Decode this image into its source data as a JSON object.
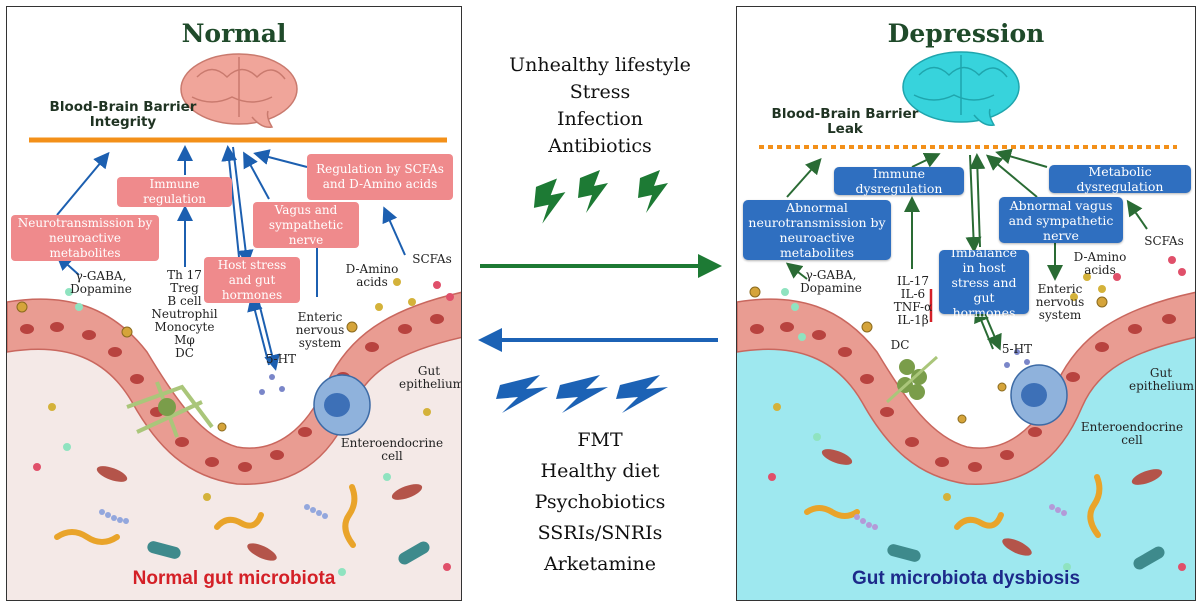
{
  "normal": {
    "title": "Normal",
    "bbb": "Blood-Brain Barrier\nIntegrity",
    "boxes": {
      "immune": "Immune regulation",
      "scfa": "Regulation by SCFAs and D-Amino acids",
      "neuro": "Neurotransmission by neuroactive metabolites",
      "vagus": "Vagus and sympathetic nerve",
      "stress": "Host stress and gut hormones"
    },
    "labels": {
      "gaba": "γ-GABA,\nDopamine",
      "immune_cells": "Th 17\nTreg\nB cell\nNeutrophil\nMonocyte\nMφ\nDC",
      "damino": "D-Amino\nacids",
      "scfas": "SCFAs",
      "enteric": "Enteric\nnervous\nsystem",
      "ht": "5-HT",
      "gut": "Gut\nepithelium",
      "entero": "Enteroendocrine\ncell"
    },
    "footer": "Normal gut microbiota",
    "colors": {
      "footer": "#d42027",
      "barrier": "#f39019",
      "box": "#ef8a8c",
      "brain": "#f0a59a",
      "tissue": "#f3eae8"
    }
  },
  "depression": {
    "title": "Depression",
    "bbb": "Blood-Brain Barrier\nLeak",
    "boxes": {
      "immune": "Immune dysregulation",
      "metabolic": "Metabolic dysregulation",
      "neuro": "Abnormal neurotransmission by neuroactive metabolites",
      "vagus": "Abnormal vagus and sympathetic nerve",
      "stress": "Imbalance in host stress and gut hormones"
    },
    "labels": {
      "gaba": "γ-GABA,\nDopamine",
      "cytokines": "IL-17\nIL-6\nTNF-α\nIL-1β",
      "dc": "DC",
      "damino": "D-Amino\nacids",
      "scfas": "SCFAs",
      "enteric": "Enteric\nnervous\nsystem",
      "ht": "5-HT",
      "gut": "Gut\nepithelium",
      "entero": "Enteroendocrine\ncell"
    },
    "footer": "Gut microbiota dysbiosis",
    "colors": {
      "footer": "#1d2a8a",
      "barrier": "#f39019",
      "box": "#2f6fc0",
      "brain": "#37d3dc",
      "tissue": "#9ee8ef"
    }
  },
  "causes": [
    "Unhealthy lifestyle",
    "Stress",
    "Infection",
    "Antibiotics"
  ],
  "treatments": [
    "FMT",
    "Healthy diet",
    "Psychobiotics",
    "SSRIs/SNRIs",
    "Arketamine"
  ],
  "colors": {
    "forward_arrow": "#1d7a34",
    "back_arrow": "#1c62b5"
  }
}
